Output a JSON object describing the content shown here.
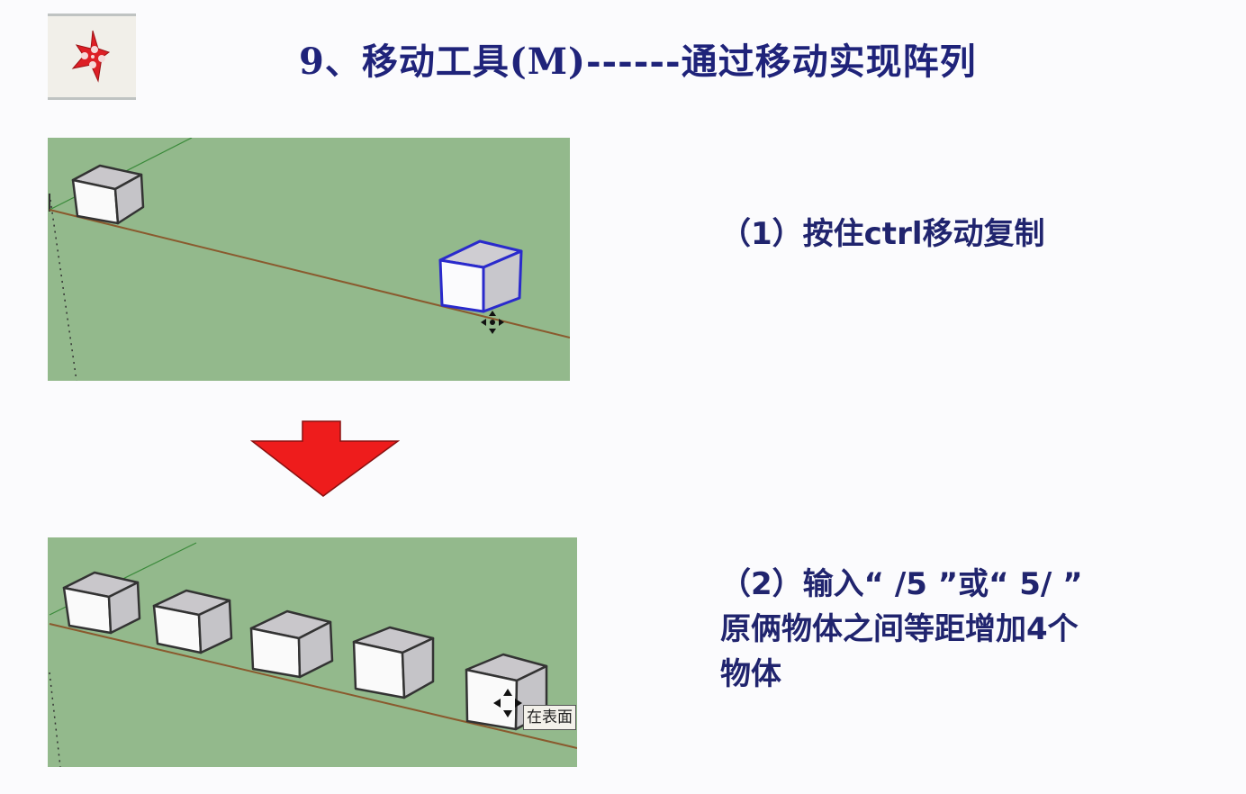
{
  "slide": {
    "title": "9、移动工具(M)------通过移动实现阵列",
    "tool_icon": "move-tool-icon",
    "colors": {
      "title_text": "#1f237a",
      "body_text": "#20246e",
      "viewport_ground": "#93b98c",
      "red_axis": "#8a5a2e",
      "green_axis": "#3a8a3a",
      "selection_blue": "#2a2acc",
      "arrow_red": "#ee1c1c"
    }
  },
  "step1": {
    "label": "（1）按住ctrl移动复制",
    "viewport": {
      "objects": [
        "original-box",
        "copied-box-selected"
      ],
      "cursor": "move-cursor-icon"
    }
  },
  "step2": {
    "line1": "（2）输入“ /5 ”或“ 5/ ”",
    "line2": "原俩物体之间等距增加4个",
    "line3": "物体",
    "viewport": {
      "box_count": 5,
      "cursor": "move-cursor-icon",
      "tooltip": "在表面"
    }
  },
  "transition_arrow": "down-arrow-icon"
}
